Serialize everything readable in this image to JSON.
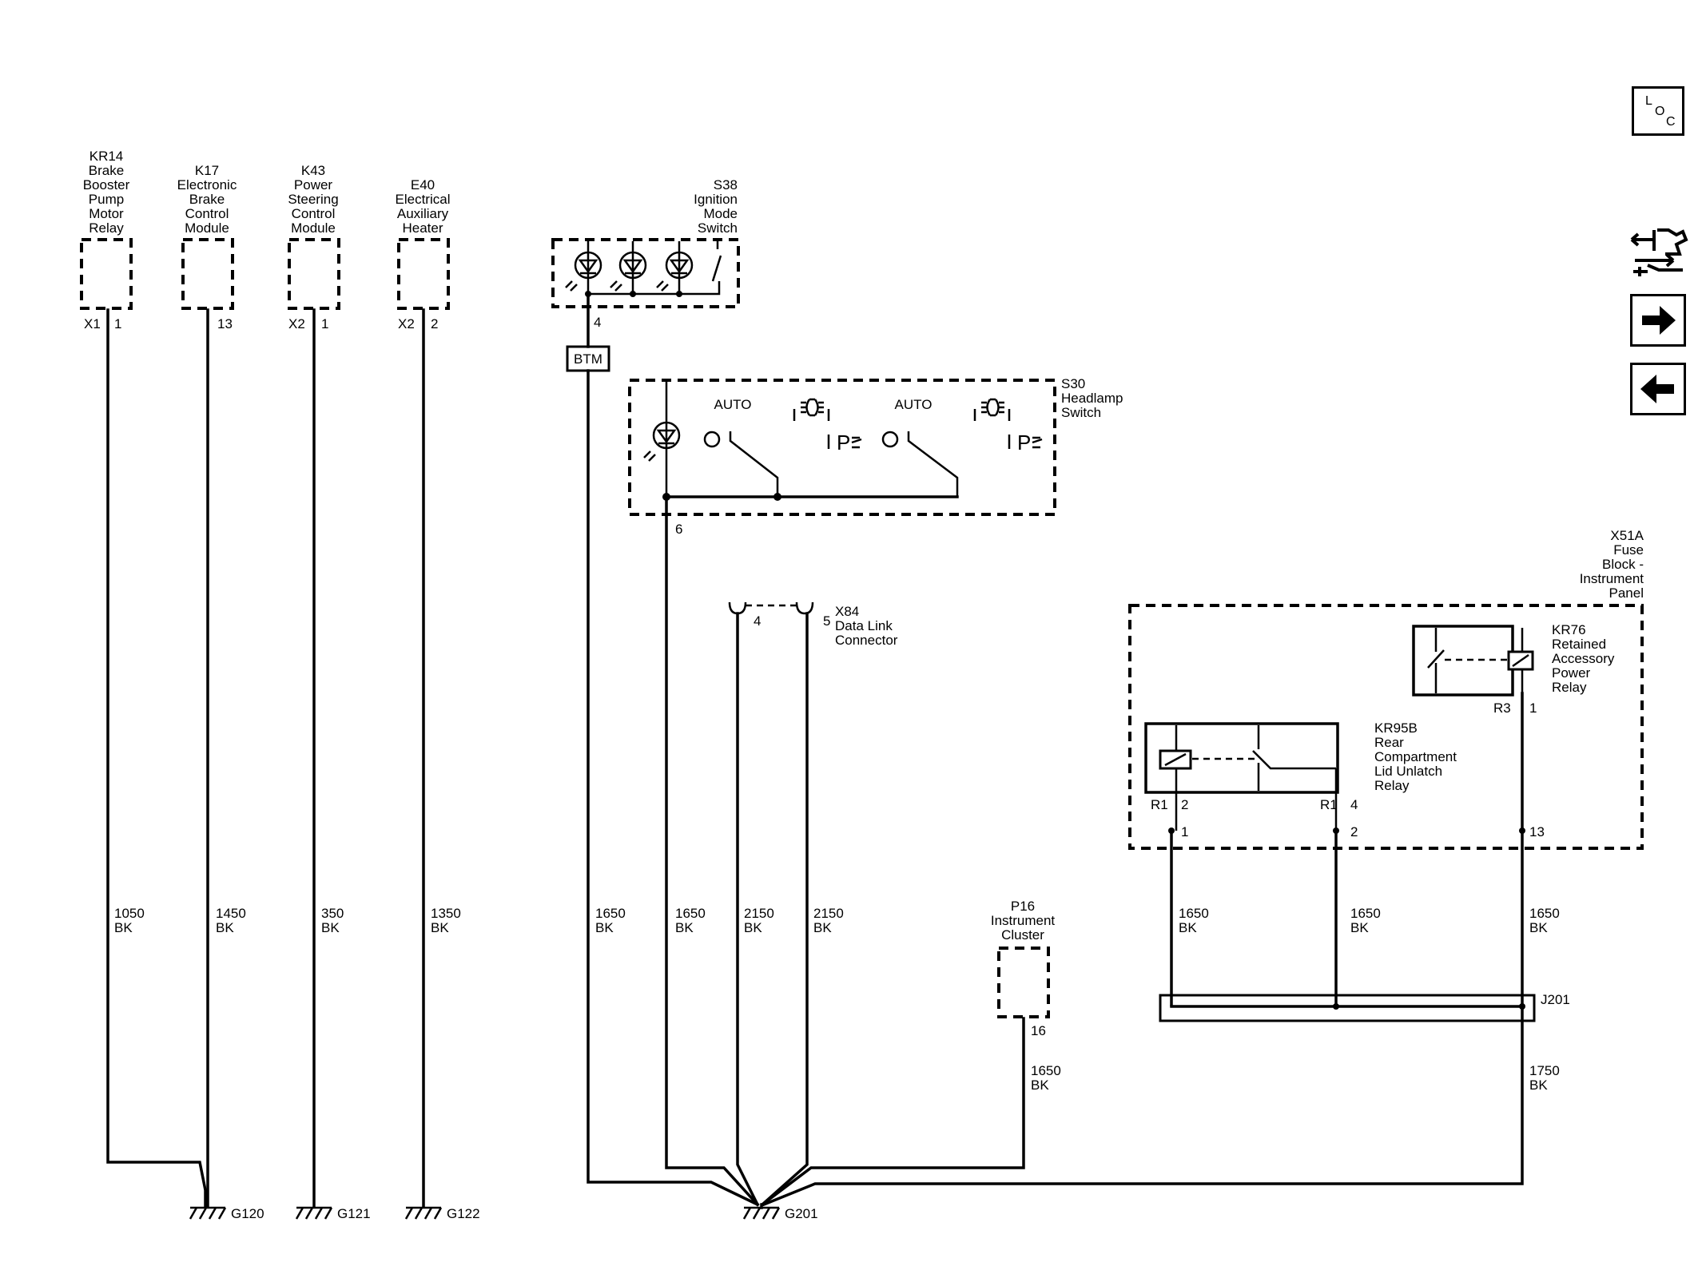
{
  "modules": {
    "kr14": {
      "id": "KR14",
      "lines": [
        "Brake",
        "Booster",
        "Pump",
        "Motor",
        "Relay"
      ],
      "conn": "X1",
      "pin": "1"
    },
    "k17": {
      "id": "K17",
      "lines": [
        "Electronic",
        "Brake",
        "Control",
        "Module"
      ],
      "conn": "",
      "pin": "13"
    },
    "k43": {
      "id": "K43",
      "lines": [
        "Power",
        "Steering",
        "Control",
        "Module"
      ],
      "conn": "X2",
      "pin": "1"
    },
    "e40": {
      "id": "E40",
      "lines": [
        "Electrical",
        "Auxiliary",
        "Heater"
      ],
      "conn": "X2",
      "pin": "2"
    },
    "s38": {
      "id": "S38",
      "lines": [
        "Ignition",
        "Mode",
        "Switch"
      ],
      "pin": "4"
    },
    "btm": "BTM",
    "s30": {
      "id": "S30",
      "lines": [
        "Headlamp",
        "Switch"
      ],
      "pin": "6",
      "auto1": "AUTO",
      "auto2": "AUTO",
      "park1": "P",
      "park2": "P"
    },
    "x84": {
      "id": "X84",
      "lines": [
        "Data Link",
        "Connector"
      ],
      "pin_a": "4",
      "pin_b": "5"
    },
    "p16": {
      "id": "P16",
      "lines": [
        "Instrument",
        "Cluster"
      ],
      "pin": "16"
    },
    "x51a": {
      "id": "X51A",
      "lines": [
        "Fuse",
        "Block -",
        "Instrument",
        "Panel"
      ]
    },
    "kr76": {
      "id": "KR76",
      "lines": [
        "Retained",
        "Accessory",
        "Power",
        "Relay"
      ],
      "conn": "R3",
      "pin": "1",
      "pin_out": "13"
    },
    "kr95b": {
      "id": "KR95B",
      "lines": [
        "Rear",
        "Compartment",
        "Lid Unlatch",
        "Relay"
      ],
      "conn_a": "R1",
      "pin_a": "2",
      "conn_b": "R1",
      "pin_b": "4",
      "out_a": "1",
      "out_b": "2"
    },
    "j201": "J201"
  },
  "wires": [
    {
      "circuit": "1050",
      "color": "BK"
    },
    {
      "circuit": "1450",
      "color": "BK"
    },
    {
      "circuit": "350",
      "color": "BK"
    },
    {
      "circuit": "1350",
      "color": "BK"
    },
    {
      "circuit": "1650",
      "color": "BK"
    },
    {
      "circuit": "1650",
      "color": "BK"
    },
    {
      "circuit": "2150",
      "color": "BK"
    },
    {
      "circuit": "2150",
      "color": "BK"
    },
    {
      "circuit": "1650",
      "color": "BK"
    },
    {
      "circuit": "1650",
      "color": "BK"
    },
    {
      "circuit": "1650",
      "color": "BK"
    },
    {
      "circuit": "1650",
      "color": "BK"
    },
    {
      "circuit": "1750",
      "color": "BK"
    }
  ],
  "grounds": [
    "G120",
    "G121",
    "G122",
    "G201"
  ],
  "nav": {
    "loc_l": "L",
    "loc_o": "O",
    "loc_c": "C",
    "icons": [
      "component-locator-icon",
      "service-tools-icon",
      "next-page-arrow-icon",
      "previous-page-arrow-icon"
    ]
  }
}
